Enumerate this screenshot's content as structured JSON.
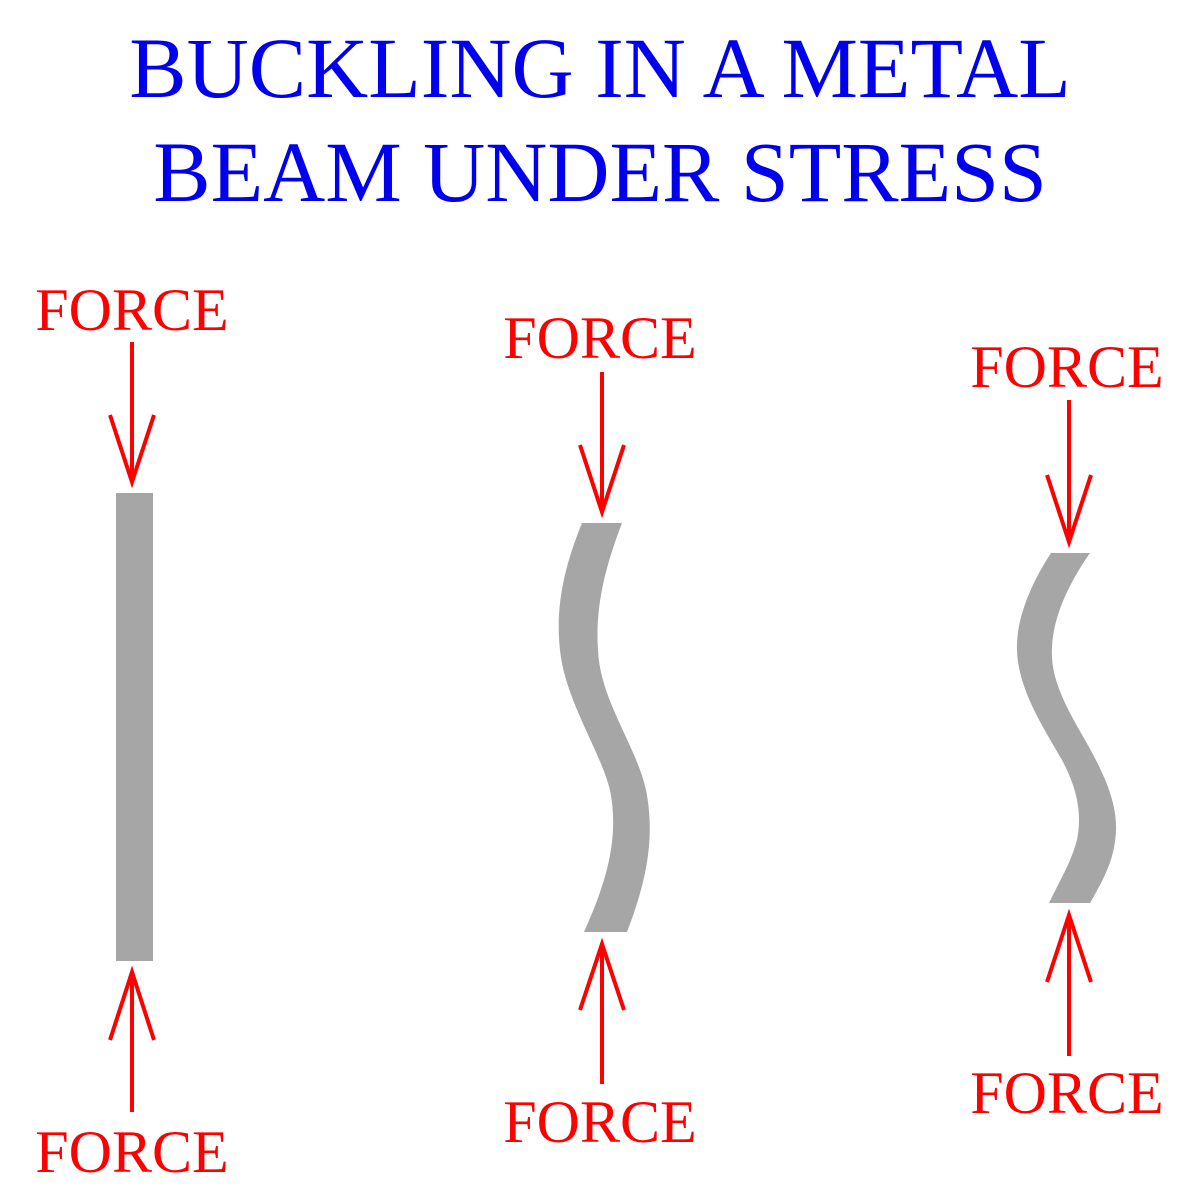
{
  "title": {
    "line1": "BUCKLING IN A METAL",
    "line2": "BEAM UNDER STRESS"
  },
  "force_label": "FORCE",
  "beams": [
    {
      "state": "straight"
    },
    {
      "state": "buckled"
    },
    {
      "state": "buckled"
    }
  ],
  "colors": {
    "title": "#0000ee",
    "force": "#ff0000",
    "beam": "#a6a6a6",
    "background": "#ffffff"
  }
}
